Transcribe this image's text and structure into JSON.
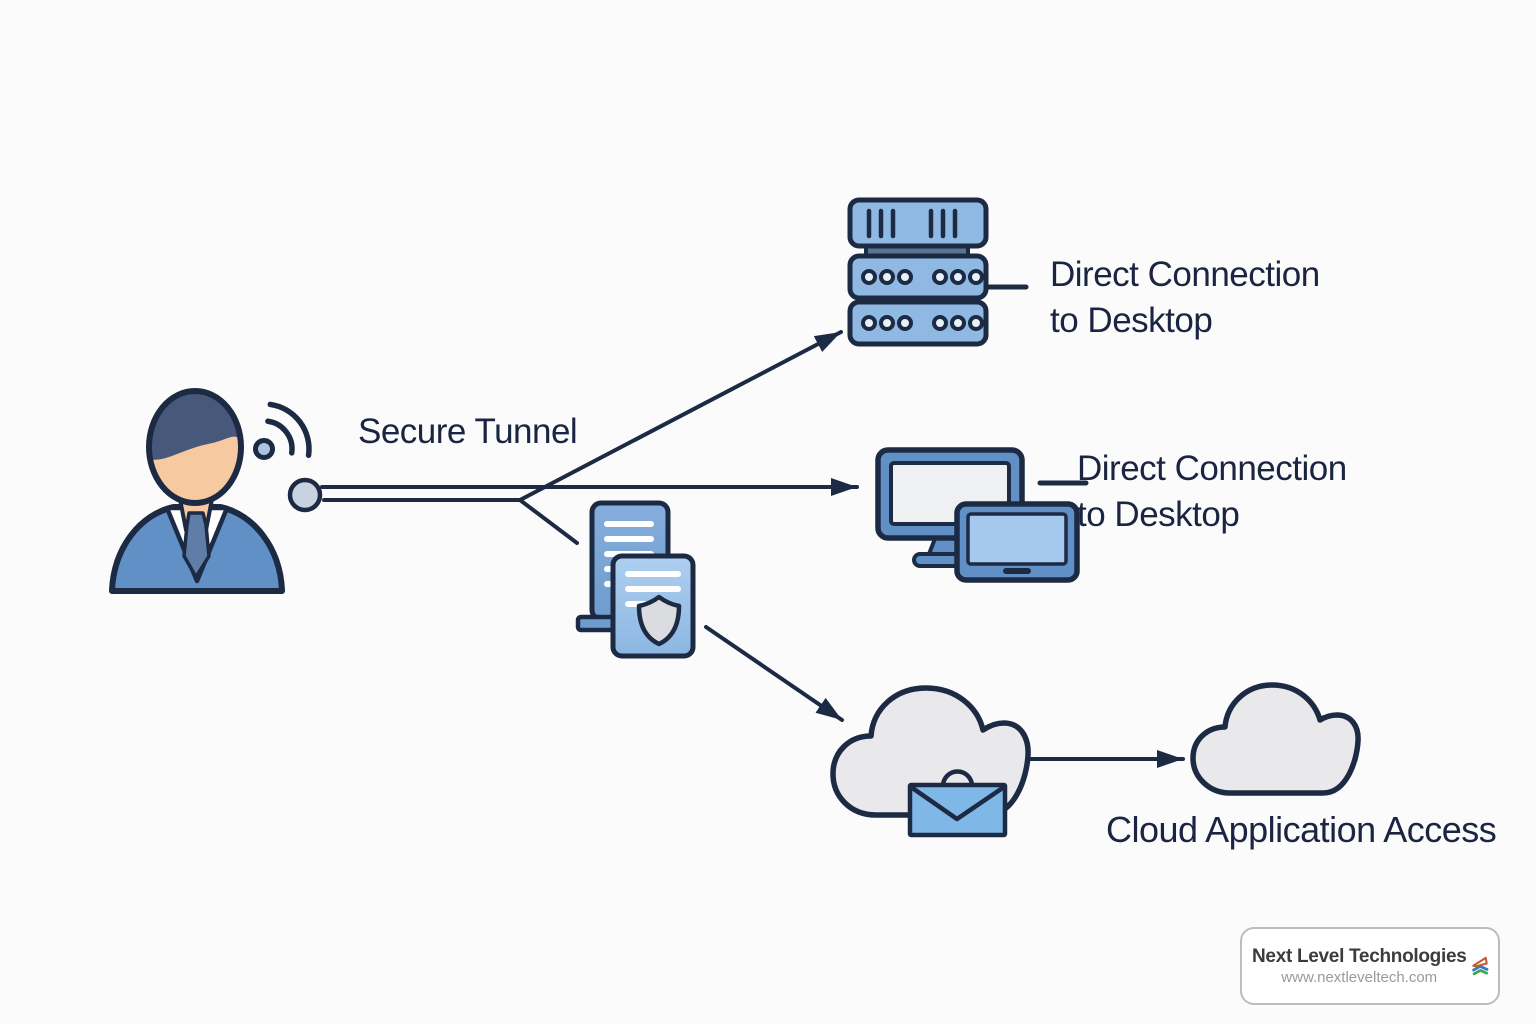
{
  "labels": {
    "secure_tunnel": "Secure Tunnel",
    "direct_connection_server": {
      "line1": "Direct Connection",
      "line2": "to Desktop"
    },
    "direct_connection_desktop": {
      "line1": "Direct Connection",
      "line2": "to Desktop"
    },
    "cloud_access": "Cloud Application Access"
  },
  "branding": {
    "company": "Next Level Technologies",
    "website": "www.nextleveltech.com"
  },
  "icons": {
    "user": "business-user-icon",
    "wifi": "wifi-signal-icon",
    "tunnel_node": "tunnel-endpoint-dot",
    "server": "server-rack-icon",
    "desktop": "desktop-monitor-icon",
    "laptop": "laptop-icon",
    "documents": "secure-documents-icon",
    "shield": "shield-icon",
    "cloud_mail": "cloud-with-envelope-icon",
    "cloud": "cloud-icon",
    "logo": "next-level-logo-icon"
  },
  "colors": {
    "outline": "#1c2a44",
    "text": "#1b2440",
    "person_blue": "#6090c5",
    "skin": "#f7c9a1",
    "hair": "#47587a",
    "tie": "#5f7da6",
    "server_blue": "#8fb9e3",
    "server_connector": "#5c7390",
    "screen_gray": "#eff0f2",
    "screen_blue": "#a5c9ee",
    "doc_back": "#7aa6d5",
    "doc_front": "#9fc4ea",
    "cloud_gray": "#e9e9eb",
    "envelope_blue": "#7fb8e6",
    "logo_orange": "#c4582a",
    "logo_blue": "#2e7fbf",
    "logo_green": "#3fa45c",
    "card_border": "#bdbdbd"
  }
}
